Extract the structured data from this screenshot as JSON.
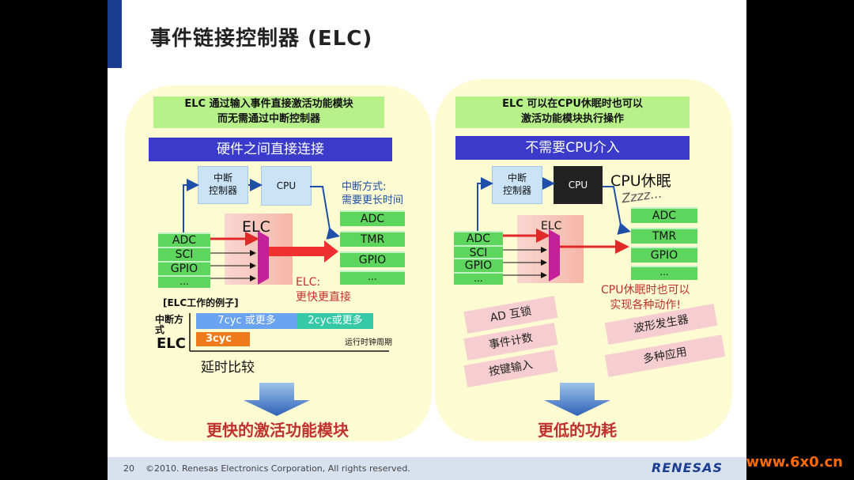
{
  "slide": {
    "title": "事件链接控制器 (ELC)",
    "footer_page": "20",
    "footer_copyright": "©2010. Renesas Electronics Corporation, All rights reserved.",
    "footer_logo": "RENESAS",
    "watermark": "www.6x0.cn"
  },
  "left": {
    "note_line1": "ELC 通过输入事件直接激活功能模块",
    "note_line2": "而无需通过中断控制器",
    "band": "硬件之间直接连接",
    "irq_box_line1": "中断",
    "irq_box_line2": "控制器",
    "cpu": "CPU",
    "elc": "ELC",
    "inputs": [
      "ADC",
      "SCI",
      "GPIO",
      "..."
    ],
    "outputs": [
      "ADC",
      "TMR",
      "GPIO",
      "..."
    ],
    "irq_note_line1": "中断方式:",
    "irq_note_line2": "需要更长时间",
    "elc_note_line1": "ELC:",
    "elc_note_line2": "更快更直接",
    "example_title": "[ELC工作的例子]",
    "row1_label": "中断方式",
    "row1_bar1": "7cyc 或更多",
    "row1_bar2": "2cyc或更多",
    "row2_label": "ELC",
    "row2_bar": "3cyc",
    "axis_label": "运行时钟周期",
    "compare_label": "延时比较",
    "caption": "更快的激活功能模块"
  },
  "right": {
    "note_line1": "ELC 可以在CPU休眠时也可以",
    "note_line2": "激活功能模块执行操作",
    "band": "不需要CPU介入",
    "irq_box_line1": "中断",
    "irq_box_line2": "控制器",
    "cpu": "CPU",
    "cpu_sleep": "CPU休眠",
    "zzz": "Zzzz...",
    "elc": "ELC",
    "inputs": [
      "ADC",
      "SCI",
      "GPIO",
      "..."
    ],
    "outputs": [
      "ADC",
      "TMR",
      "GPIO",
      "..."
    ],
    "sleep_note_line1": "CPU休眠时也可以",
    "sleep_note_line2": "实现各种动作!",
    "tags_left": [
      "AD 互锁",
      "事件计数",
      "按键输入"
    ],
    "tags_right": [
      "波形发生器",
      "多种应用"
    ],
    "caption": "更低的功耗"
  },
  "colors": {
    "accent_blue": "#3a3acb",
    "green": "#5ed65e",
    "red": "#c0302f",
    "panel": "#fdfbd2"
  }
}
